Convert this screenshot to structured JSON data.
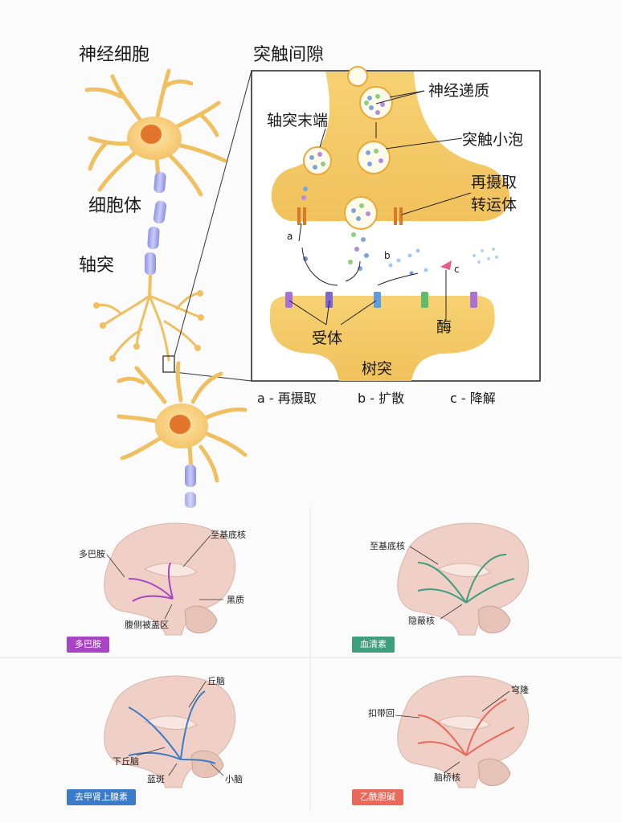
{
  "top": {
    "neuron_title": "神经细胞",
    "synapse_title": "突触间隙",
    "cell_body": "细胞体",
    "axon": "轴突",
    "axon_terminal": "轴突末端",
    "neurotransmitter": "神经递质",
    "vesicle": "突触小泡",
    "reuptake_transporter_line1": "再摄取",
    "reuptake_transporter_line2": "转运体",
    "marker_a": "a",
    "marker_b": "b",
    "marker_c": "c",
    "receptors": "受体",
    "enzyme": "酶",
    "dendrite": "树突",
    "legend_a": "a - 再摄取",
    "legend_b": "b - 扩散",
    "legend_c": "c - 降解"
  },
  "panels": [
    {
      "badge": "多巴胺",
      "color": "#a845c4",
      "labels": [
        "至基底核",
        "多巴胺",
        "黑质",
        "腹侧被盖区"
      ]
    },
    {
      "badge": "血清素",
      "color": "#3f9e7c",
      "labels": [
        "至基底核",
        "隐蔽核"
      ]
    },
    {
      "badge": "去甲肾上腺素",
      "color": "#3a7cc9",
      "labels": [
        "丘脑",
        "下丘脑",
        "蓝斑",
        "小脑"
      ]
    },
    {
      "badge": "乙酰胆碱",
      "color": "#e86a5a",
      "labels": [
        "穹隆",
        "扣带回",
        "脑桥核"
      ]
    }
  ]
}
